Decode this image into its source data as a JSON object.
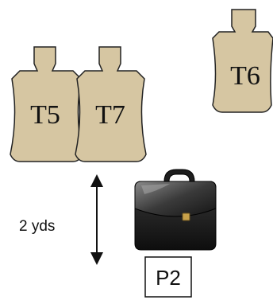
{
  "colors": {
    "target_fill": "#d6c6a2",
    "outline": "#222222",
    "briefcase_dark": "#1b1b1b",
    "briefcase_light": "#5a5a5a",
    "clasp": "#c9a24a"
  },
  "targets": [
    {
      "id": "t5",
      "label": "T5"
    },
    {
      "id": "t7",
      "label": "T7"
    },
    {
      "id": "t6",
      "label": "T6"
    }
  ],
  "distance": {
    "label": "2 yds"
  },
  "position": {
    "label": "P2",
    "icon": "briefcase-icon"
  }
}
